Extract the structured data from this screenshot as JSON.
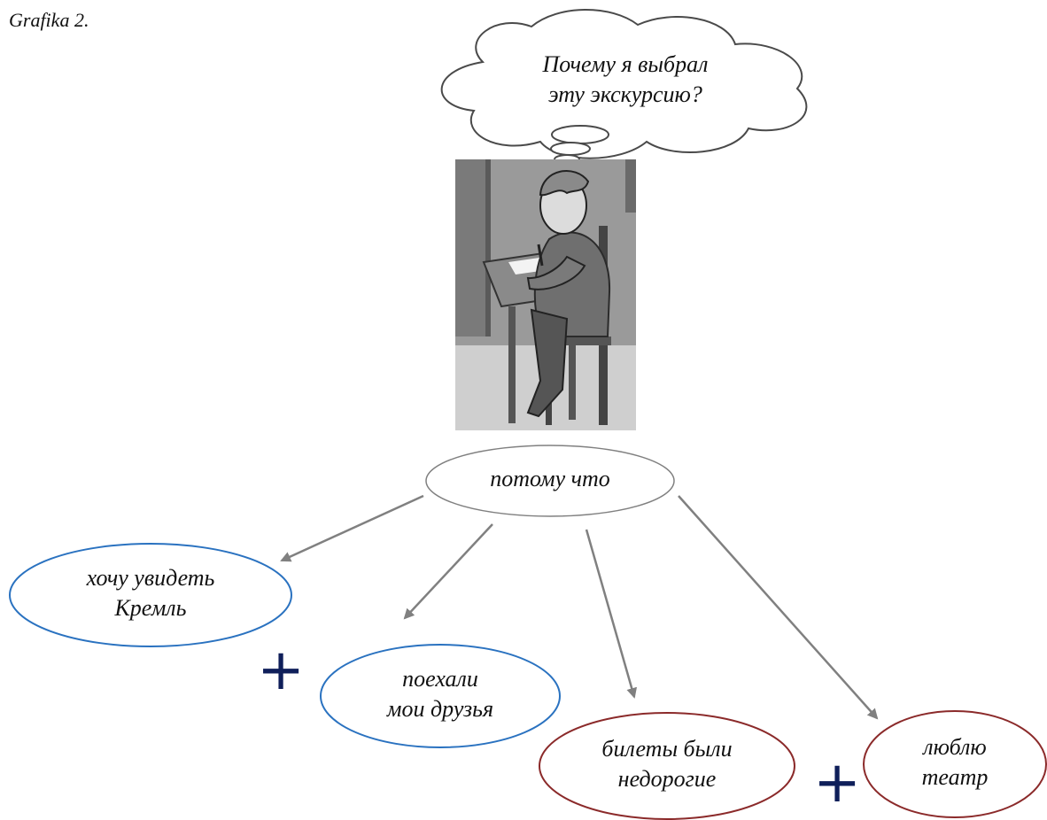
{
  "caption": "Grafika 2.",
  "thought": {
    "line1": "Почему я выбрал",
    "line2": "эту экскурсию?"
  },
  "center": {
    "label": "потому что"
  },
  "reasons": [
    {
      "line1": "хочу увидеть",
      "line2": "Кремль",
      "color": "#2a72c0"
    },
    {
      "line1": "поехали",
      "line2": "мои друзья",
      "color": "#2a72c0"
    },
    {
      "line1": "билеты были",
      "line2": "недорогие",
      "color": "#8b2a2a"
    },
    {
      "line1": "люблю",
      "line2": "театр",
      "color": "#8b2a2a"
    }
  ],
  "plus_sign": "+",
  "picture": {
    "subject": "boy-writing-at-desk"
  }
}
